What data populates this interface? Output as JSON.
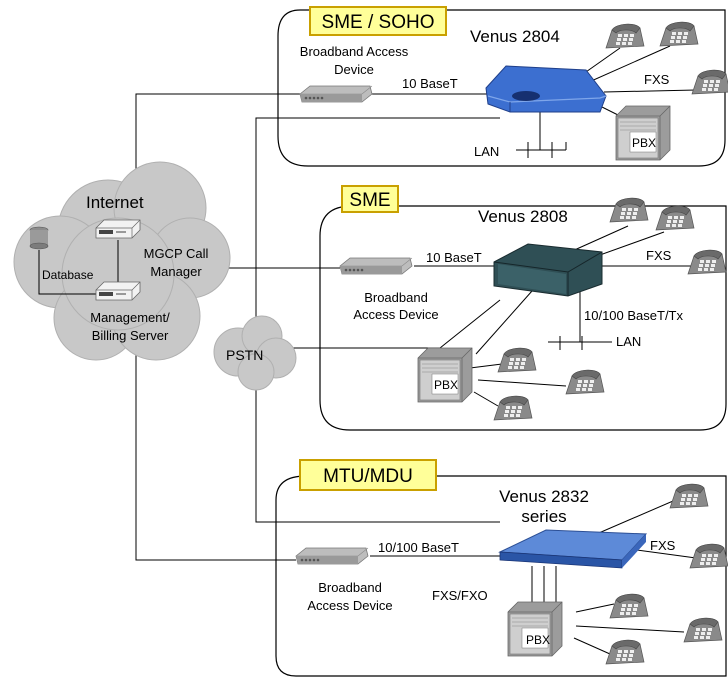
{
  "sections": {
    "soho": {
      "tag": "SME / SOHO",
      "device": "Venus 2804",
      "access_device": [
        "Broadband  Access",
        "Device"
      ],
      "link": "10 BaseT",
      "fxs": "FXS",
      "lan": "LAN",
      "pbx": "PBX"
    },
    "sme": {
      "tag": "SME",
      "device": "Venus 2808",
      "access_device": [
        "Broadband",
        "Access Device"
      ],
      "link": "10 BaseT",
      "fxs": "FXS",
      "lan_speed": "10/100 BaseT/Tx",
      "lan": "LAN",
      "pbx": "PBX"
    },
    "mtu": {
      "tag": "MTU/MDU",
      "device": [
        "Venus 2832",
        "series"
      ],
      "access_device": [
        "Broadband",
        "Access Device"
      ],
      "link": "10/100 BaseT",
      "fxs": "FXS",
      "fxs_fxo": "FXS/FXO",
      "pbx": "PBX"
    }
  },
  "network": {
    "internet": "Internet",
    "mgcp": [
      "MGCP Call",
      "Manager"
    ],
    "database": "Database",
    "billing": [
      "Management/",
      "Billing Server"
    ],
    "pstn": "PSTN"
  },
  "colors": {
    "tag_fill": "#ffff99",
    "tag_border": "#c9a000",
    "cloud": "#c6c6c6",
    "venus_blue": "#3c6fd0",
    "venus_dark": "#2f4f55",
    "modem": "#b8b8b8"
  }
}
